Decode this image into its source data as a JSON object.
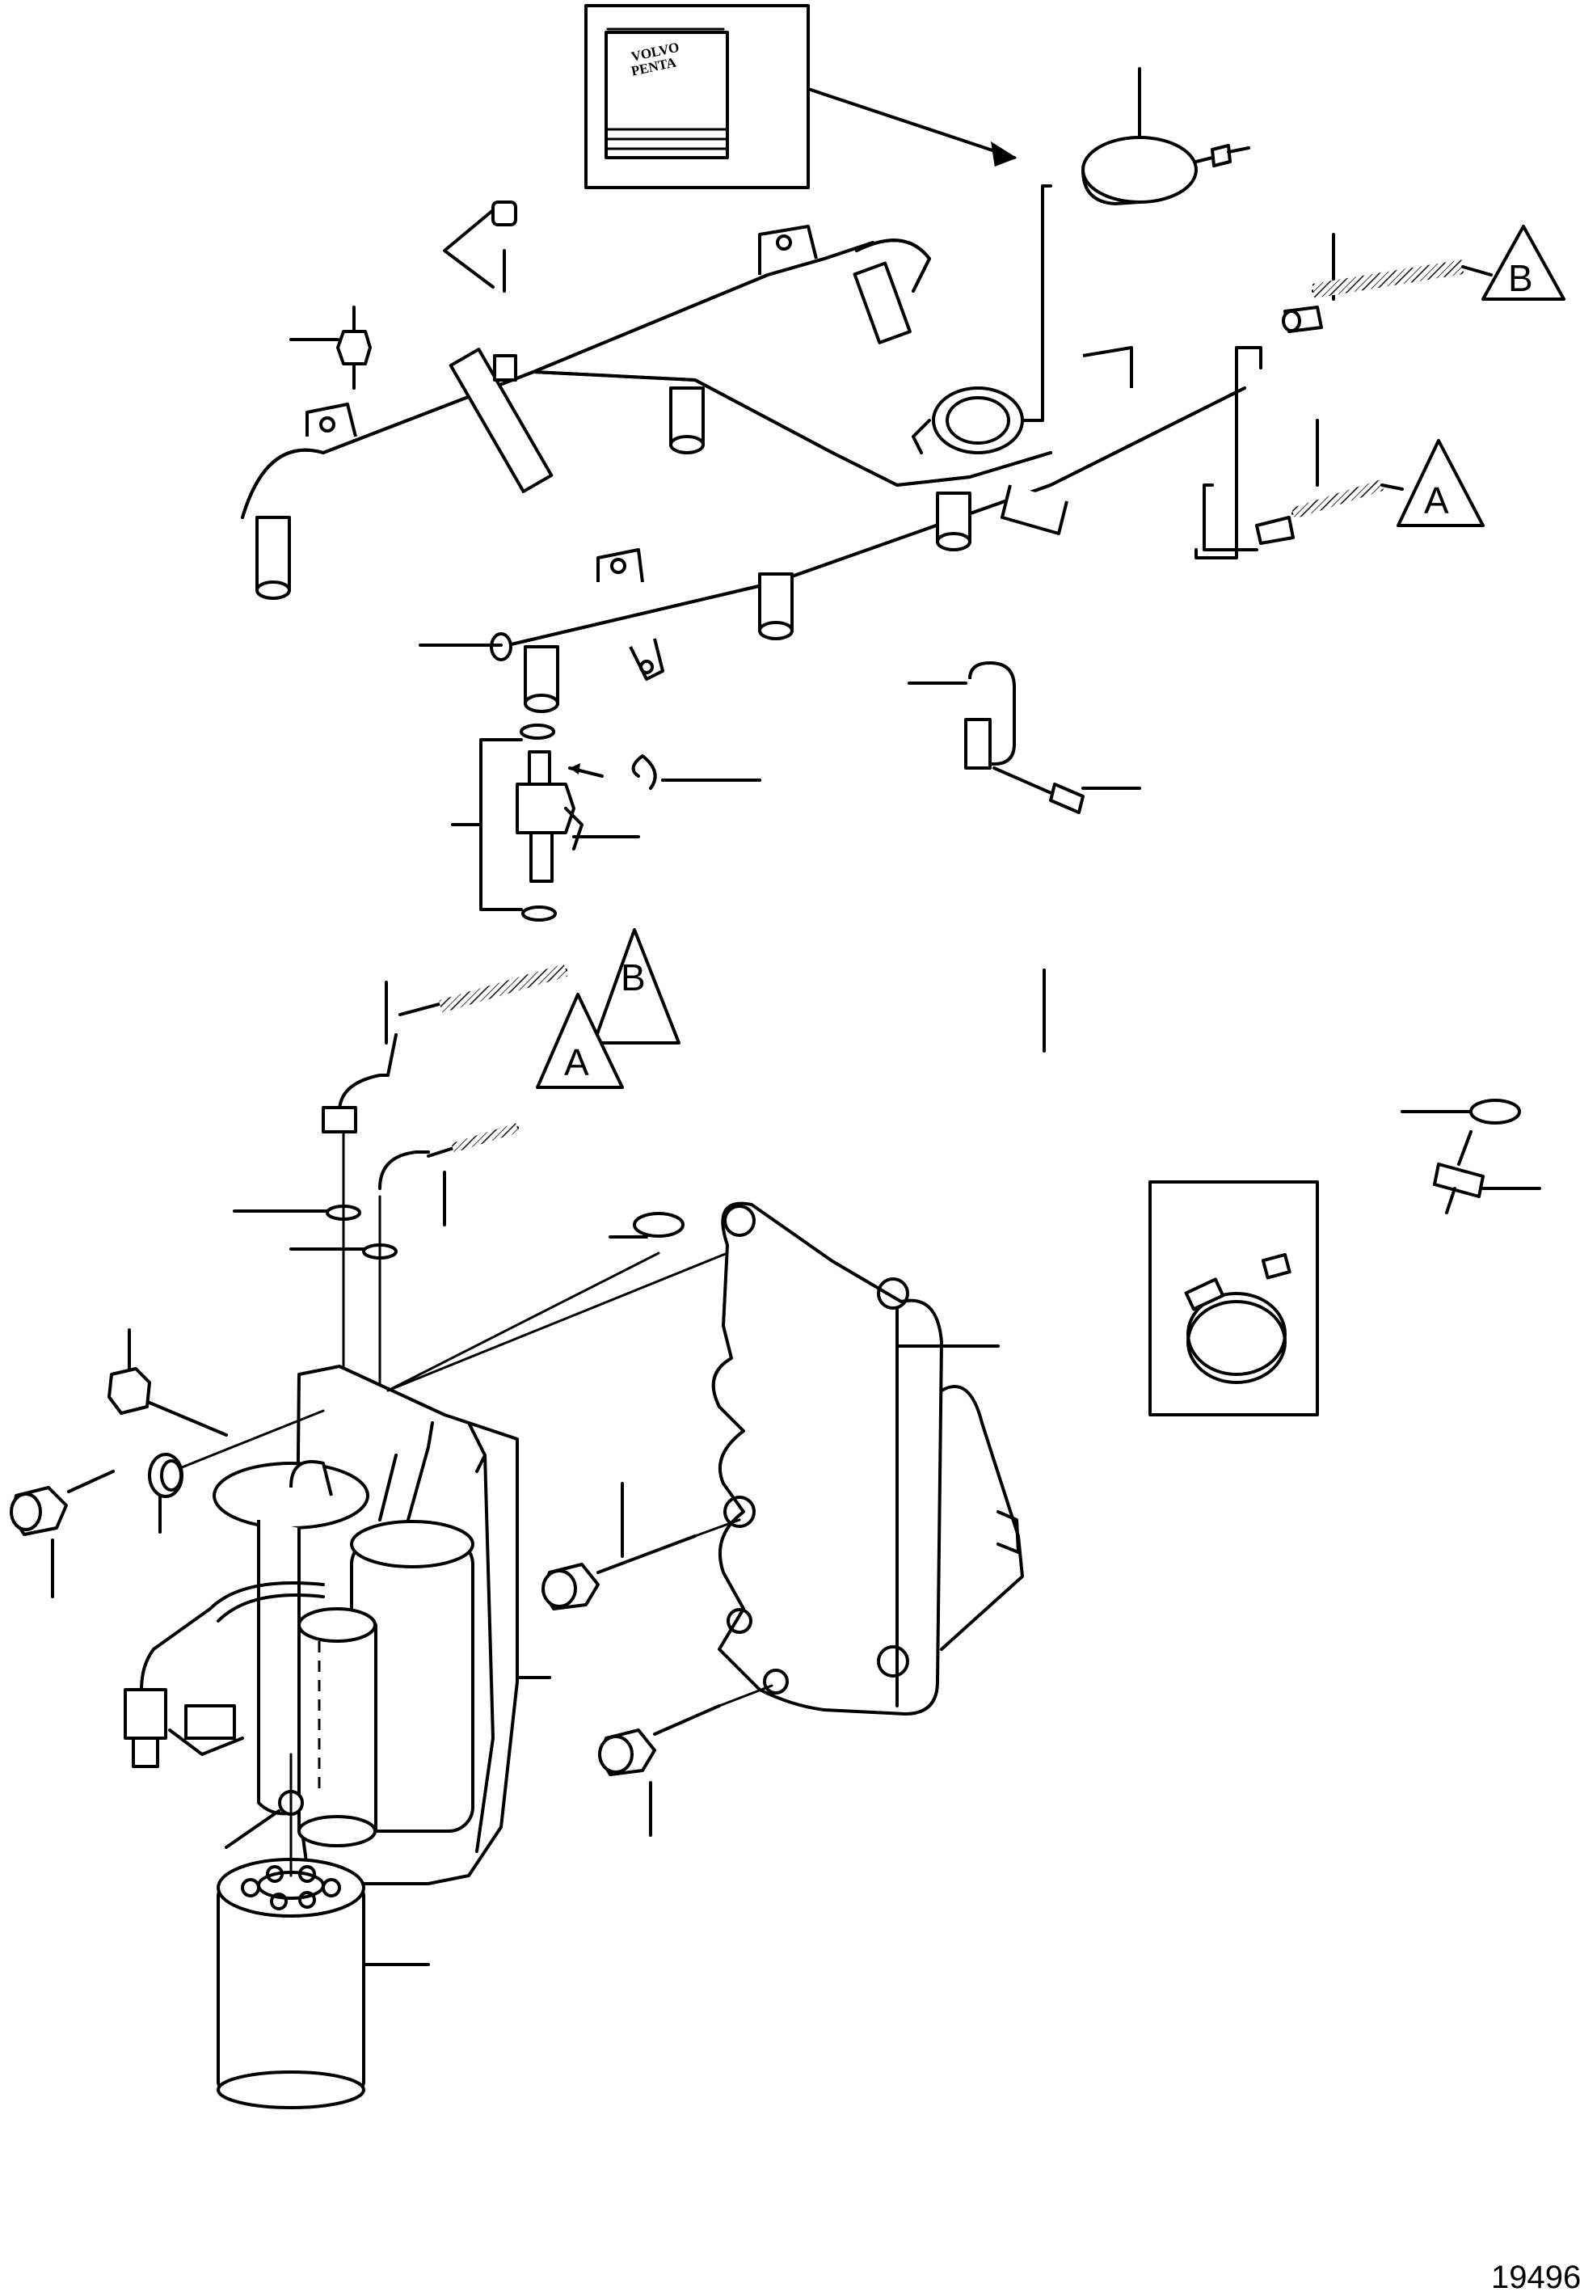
{
  "brand": {
    "line1": "VOLVO",
    "line2": "PENTA"
  },
  "connection_markers": {
    "top_b": "B",
    "top_a": "A",
    "lower_b": "B",
    "lower_a": "A"
  },
  "figure_number": "19496"
}
